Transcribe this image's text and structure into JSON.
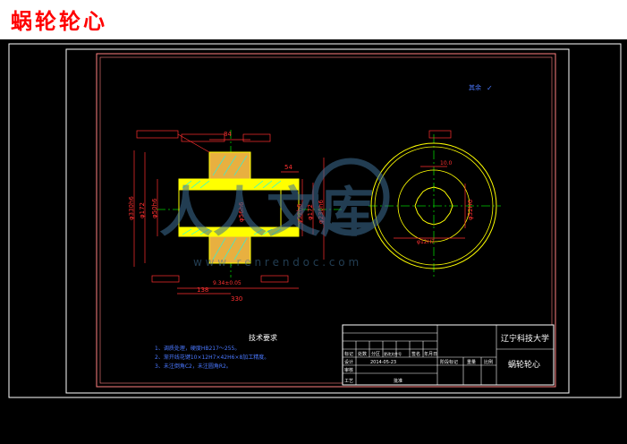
{
  "page_title": "蜗轮轮心",
  "colors": {
    "background": "#000000",
    "title": "#ff0000",
    "frame": "#ffffff",
    "border": "#ff8080",
    "outline": "#ffff00",
    "dimension": "#ff3030",
    "centerline": "#00cc00",
    "hatch": "#00ffff",
    "annotation": "#4a78ff",
    "watermark": "#3f6f95"
  },
  "drawing": {
    "dim_top_84": "84",
    "dim_54": "54",
    "dim_138": "138",
    "dim_330": "330",
    "dim_small": "9.34±0.05",
    "dim_diam_left_outer": "φ330h6",
    "dim_diam_left_2": "φ172",
    "dim_diam_left_3": "φ50h6",
    "dim_diam_mid": "φ56h6",
    "dim_diam_right_1": "φ52h6",
    "dim_diam_right_2": "φ172",
    "dim_diam_right_3": "φ230h6",
    "front_dim_top": "10.0",
    "front_dim_side": "φ52H6",
    "front_dim_bottom": "φ12H7",
    "surface_finish_note": "其余",
    "tech_req_title": "技术要求",
    "tech_req_lines": [
      "1、调质处理，硬度HB217～255。",
      "2、渐开线花键10×12H7×42H6×8加工精度。",
      "3、未注倒角C2，未注圆角R2。"
    ]
  },
  "title_block": {
    "school": "辽宁科技大学",
    "part_name": "蜗轮轮心",
    "col_labels": [
      "标记",
      "处数",
      "分区",
      "更改文件号",
      "签名",
      "年月日"
    ],
    "row_labels": [
      "设计",
      "审核",
      "工艺"
    ],
    "stage_label": "阶段标记",
    "weight_label": "重量",
    "scale_label": "比例",
    "date_value": "2014-05-23",
    "approve_label": "批准"
  },
  "watermark": {
    "text": "人人文库",
    "url": "w w w . r e n r e n d o c . c o m"
  }
}
